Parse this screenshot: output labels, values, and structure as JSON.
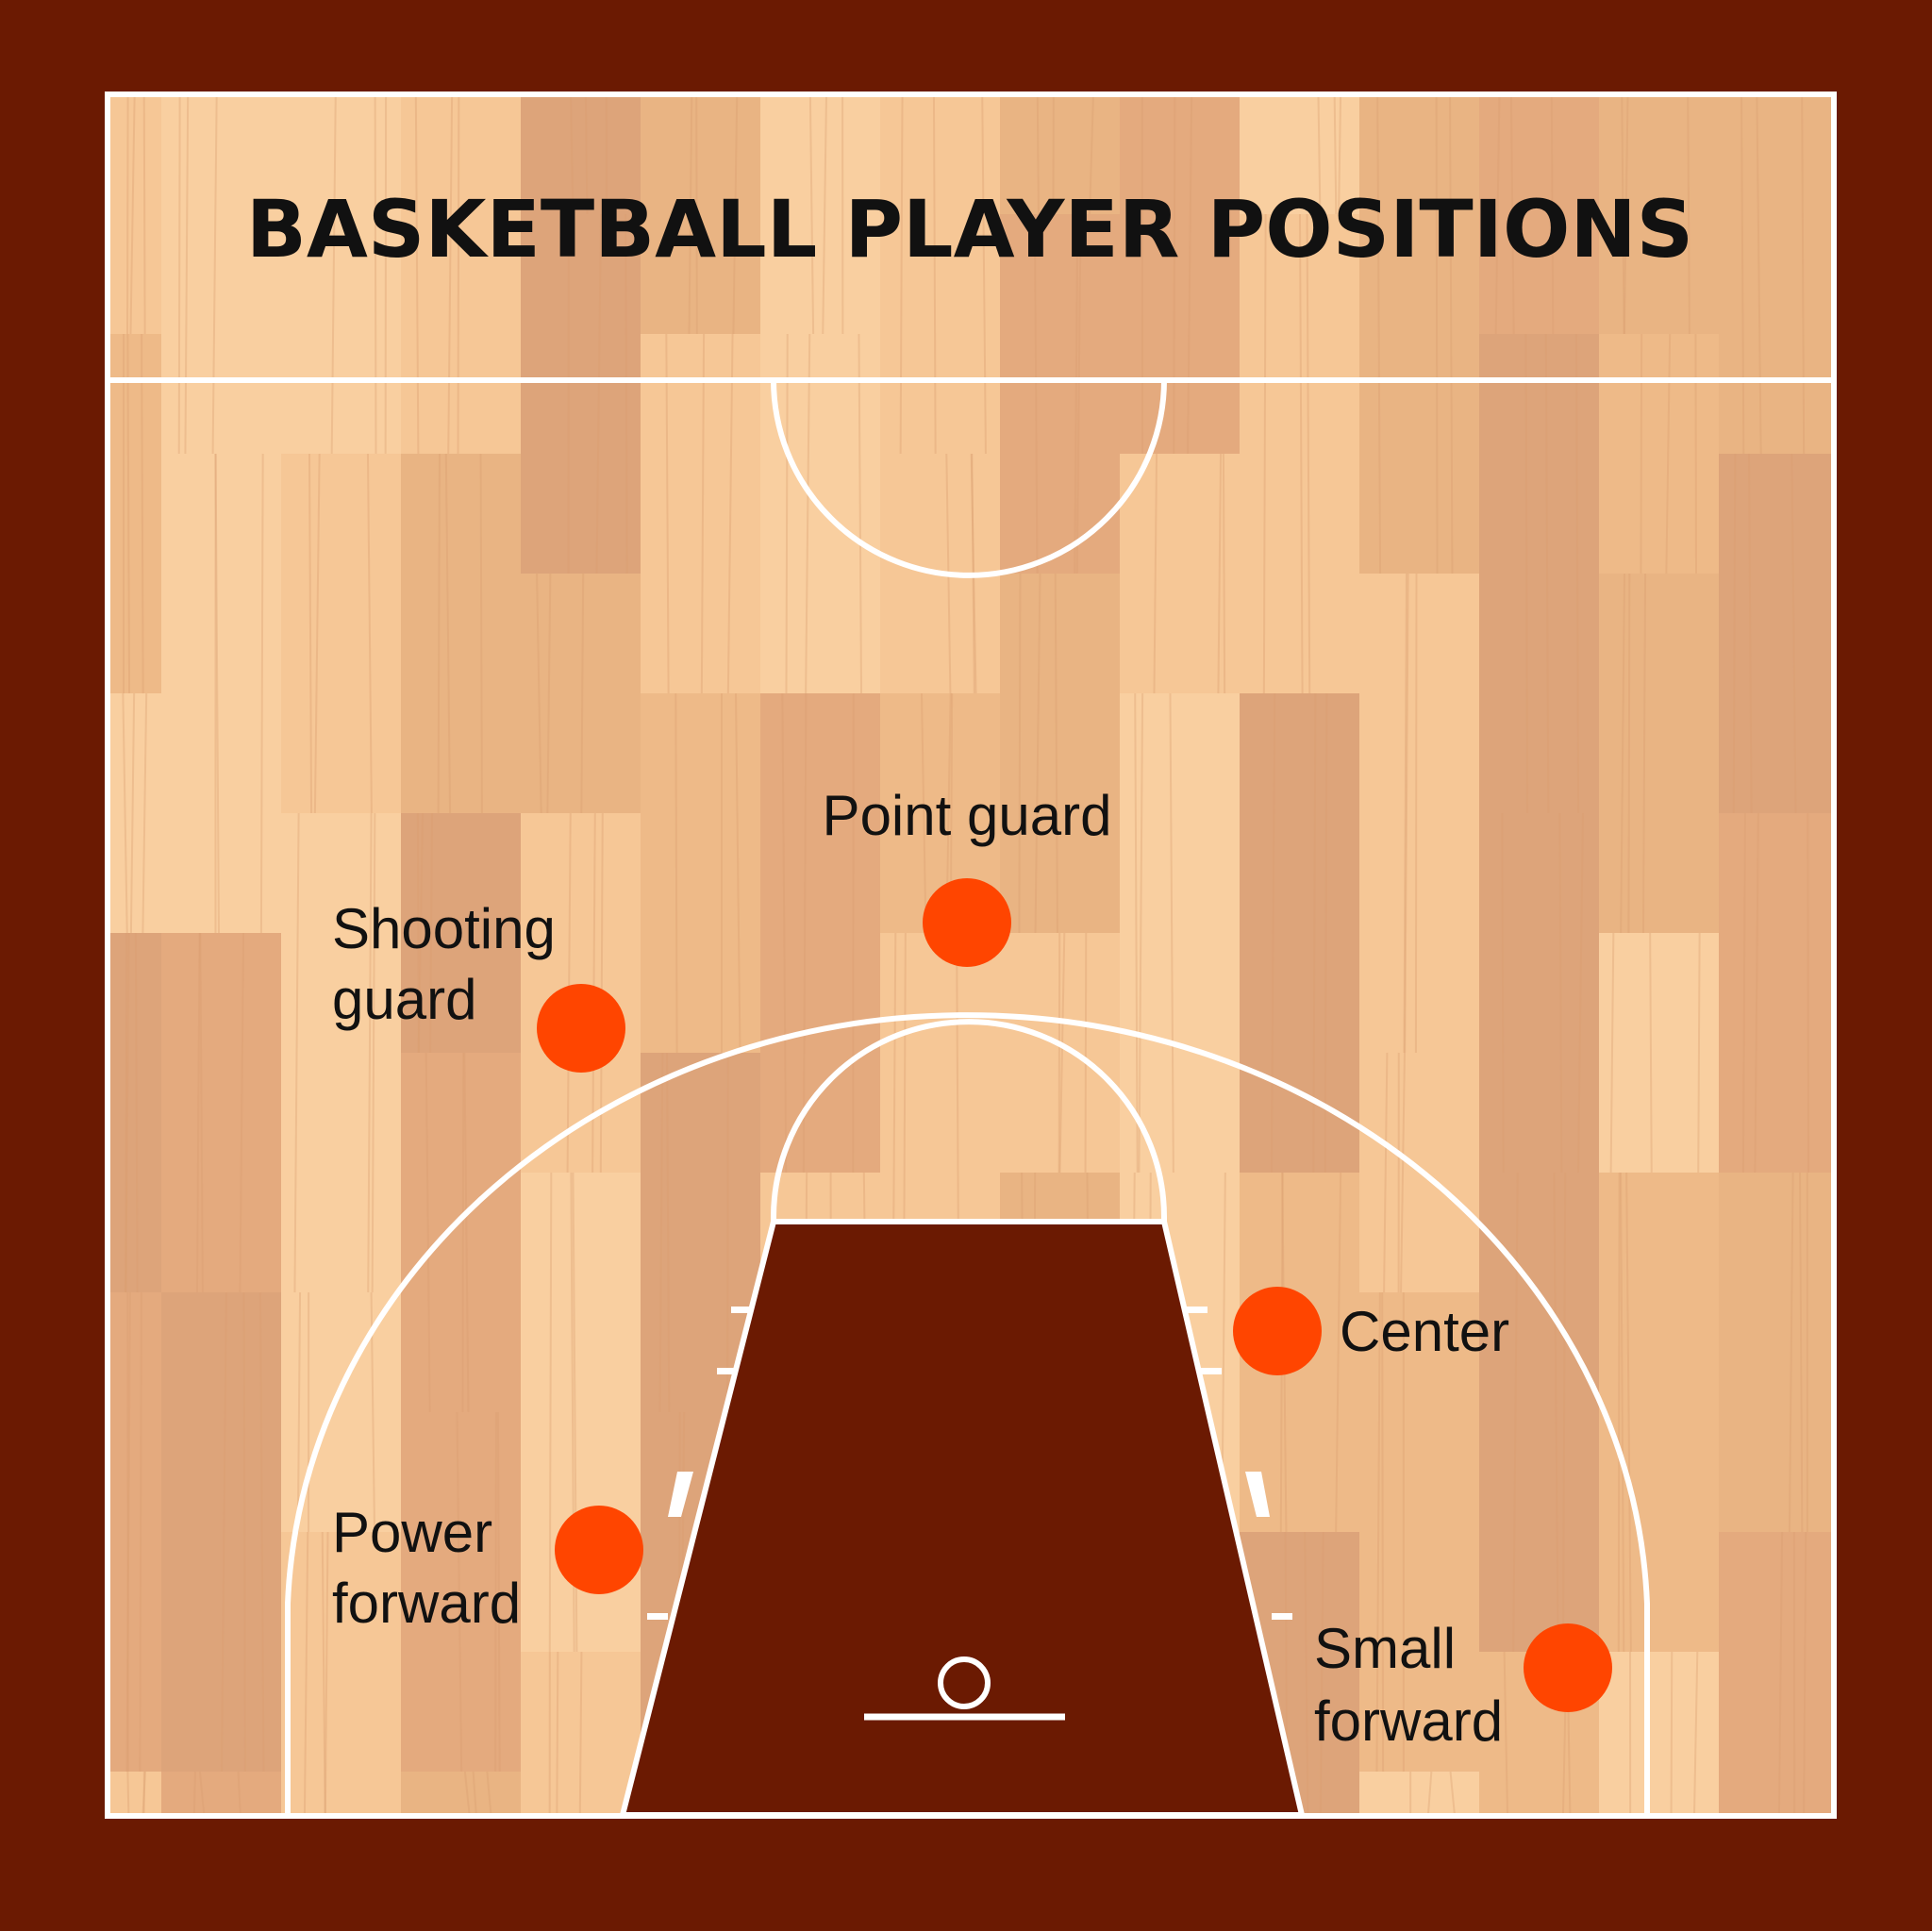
{
  "title": "BASKETBALL PLAYER POSITIONS",
  "colors": {
    "border": "#6B1A02",
    "key": "#6B1A02",
    "lines": "#FFFFFF",
    "player": "#FF4500",
    "wood": [
      "#F6C796",
      "#EEBA88",
      "#E4AA7E",
      "#F9CFA0",
      "#E9B483",
      "#DDA47A"
    ]
  },
  "positions": [
    {
      "id": "point-guard",
      "lines": [
        "Point guard"
      ]
    },
    {
      "id": "shooting-guard",
      "lines": [
        "Shooting",
        "guard"
      ]
    },
    {
      "id": "center",
      "lines": [
        "Center"
      ]
    },
    {
      "id": "power-forward",
      "lines": [
        "Power",
        "forward"
      ]
    },
    {
      "id": "small-forward",
      "lines": [
        "Small",
        "forward"
      ]
    }
  ]
}
